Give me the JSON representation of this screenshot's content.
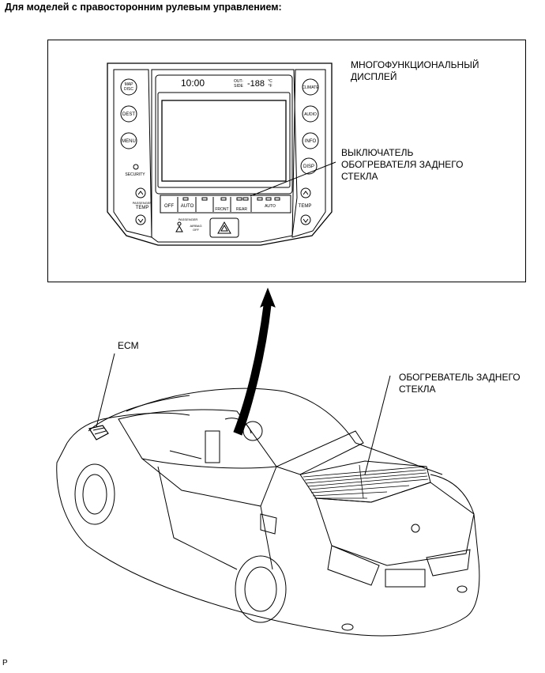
{
  "title": "Для моделей с правосторонним рулевым управлением:",
  "callouts": {
    "multi_display": "МНОГОФУНКЦИОНАЛЬНЫЙ\nДИСПЛЕЙ",
    "defogger_switch": "ВЫКЛЮЧАТЕЛЬ\nОБОГРЕВАТЕЛЯ ЗАДНЕГО\nСТЕКЛА",
    "ecm": "ECM",
    "rear_defogger": "ОБОГРЕВАТЕЛЬ ЗАДНЕГО\nСТЕКЛА"
  },
  "panel": {
    "clock": "10:00",
    "outside_label": "OUT-\nSIDE",
    "outside_temp": "-188",
    "temp_units": "°C\n°F",
    "left_buttons": [
      "MAP\nDISC",
      "DEST",
      "MENU"
    ],
    "right_buttons": [
      "CLIMATE",
      "AUDIO",
      "INFO",
      "DISP"
    ],
    "security": "SECURITY",
    "temp": "TEMP",
    "passenger": "PASSENGER",
    "climate_buttons": [
      "OFF",
      "AUTO",
      "FRONT",
      "REAR",
      "AUTO"
    ],
    "passenger_airbag": "PASSENGER",
    "airbag_off": "AIRBAG\nOFF"
  },
  "footer": "P"
}
